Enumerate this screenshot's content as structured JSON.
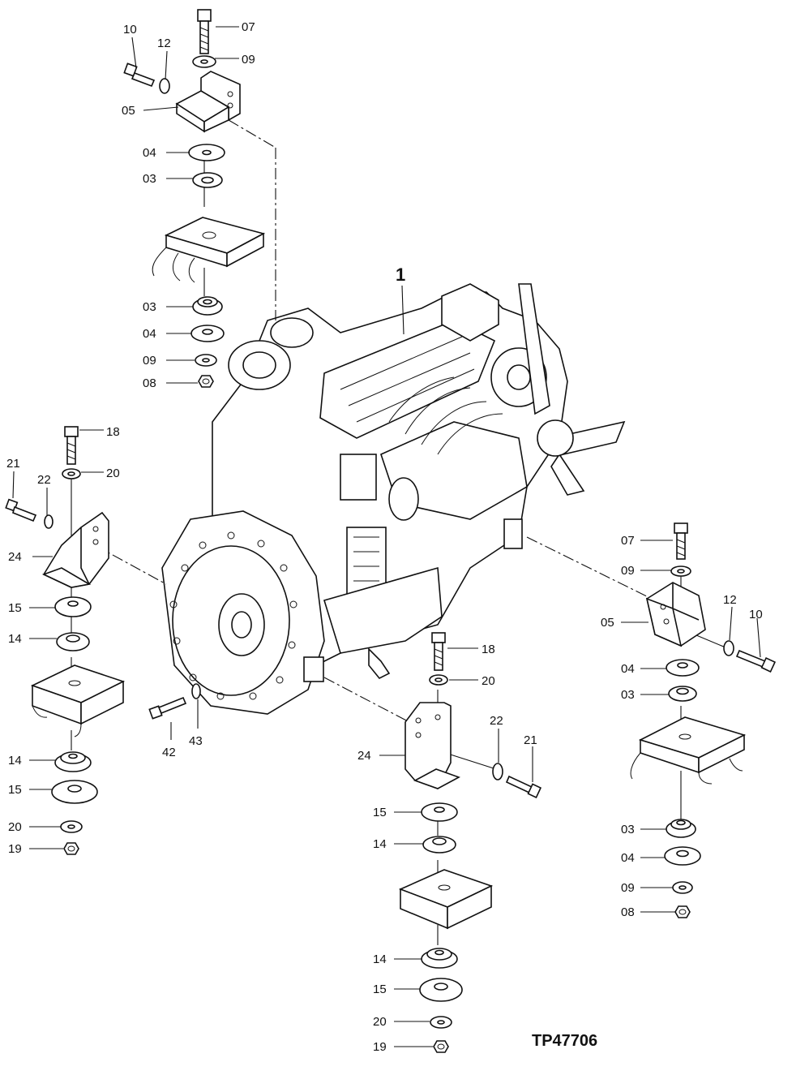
{
  "diagram": {
    "figure_code": "TP47706",
    "main_callout": "1",
    "callouts": [
      "07",
      "10",
      "12",
      "09",
      "05",
      "04",
      "03",
      "03",
      "04",
      "09",
      "08",
      "18",
      "21",
      "22",
      "20",
      "24",
      "15",
      "14",
      "14",
      "15",
      "20",
      "19",
      "42",
      "43",
      "18",
      "20",
      "24",
      "22",
      "21",
      "15",
      "14",
      "14",
      "15",
      "20",
      "19",
      "07",
      "09",
      "12",
      "10",
      "05",
      "04",
      "03",
      "03",
      "04",
      "09",
      "08"
    ]
  }
}
